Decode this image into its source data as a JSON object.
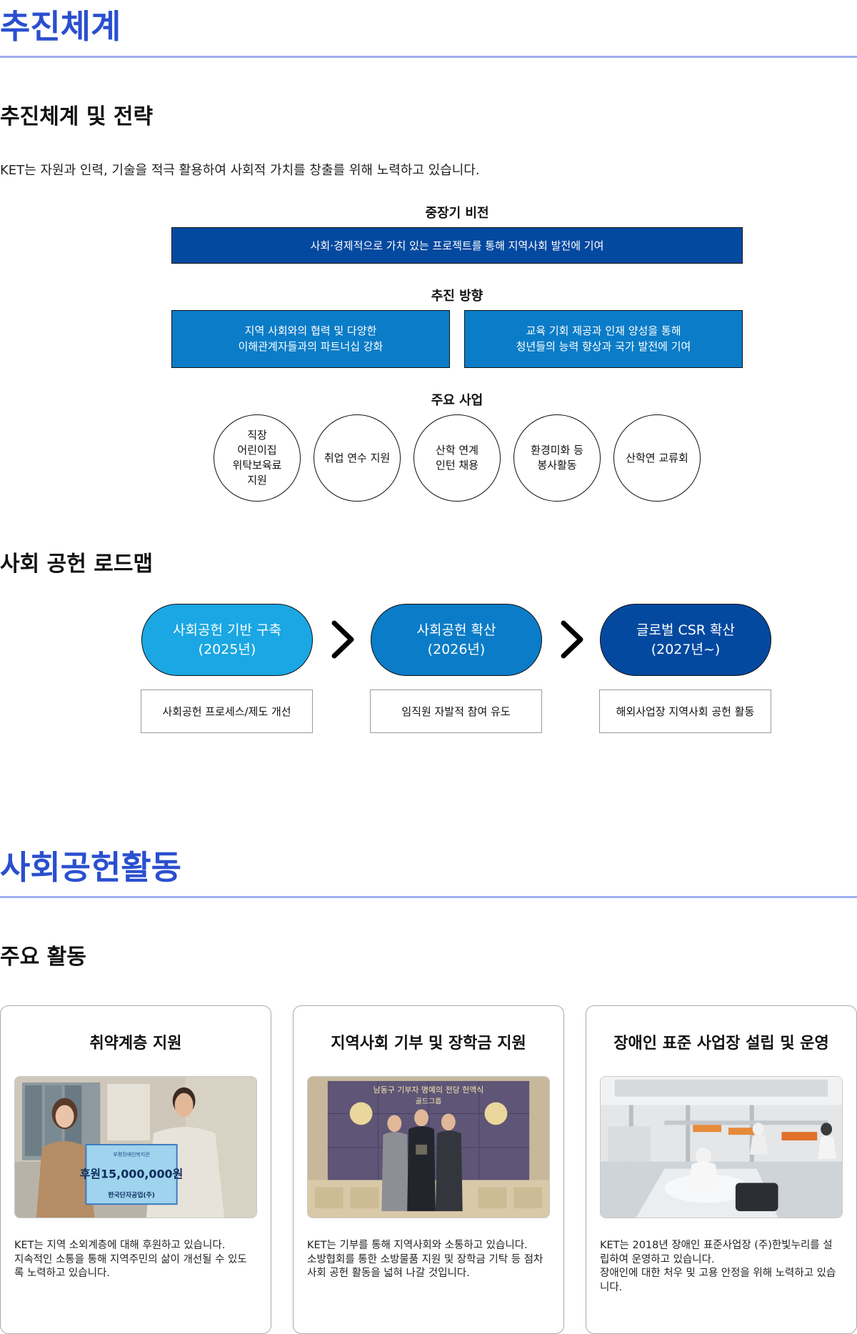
{
  "governance": {
    "title": "추진체계",
    "subtitle": "추진체계 및 전략",
    "intro": "KET는 자원과 인력, 기술을 적극 활용하여 사회적 가치를 창출를 위해 노력하고 있습니다.",
    "vision": {
      "label": "중장기 비전",
      "text": "사회·경제적으로 가치 있는 프로젝트를 통해 지역사회 발전에 기여"
    },
    "direction": {
      "label": "추진 방향",
      "items": [
        "지역 사회와의 협력 및 다양한\n이해관계자들과의 파트너십 강화",
        "교육 기회 제공과 인재 양성을 통해\n청년들의 능력 향상과 국가 발전에 기여"
      ]
    },
    "business": {
      "label": "주요 사업",
      "items": [
        "직장\n어린이집\n위탁보육료\n지원",
        "취업 연수 지원",
        "산학 연계\n인턴 채용",
        "환경미화 등\n봉사활동",
        "산학연 교류회"
      ]
    }
  },
  "roadmap": {
    "title": "사회 공헌 로드맵",
    "stages": [
      {
        "label": "사회공헌 기반 구축\n(2025년)",
        "note": "사회공헌 프로세스/제도 개선",
        "color": "#1aa7e3"
      },
      {
        "label": "사회공헌 확산\n(2026년)",
        "note": "임직원 자발적 참여 유도",
        "color": "#0b7cc7"
      },
      {
        "label": "글로벌 CSR 확산\n(2027년~)",
        "note": "해외사업장 지역사회 공헌 활동",
        "color": "#0449a0"
      }
    ]
  },
  "activities": {
    "title": "사회공헌활동",
    "subtitle": "주요 활동",
    "cards": [
      {
        "title": "취약계층 지원",
        "text": "KET는 지역 소외계층에 대해 후원하고 있습니다.\n지속적인 소통을 통해 지역주민의 삶이 개선될 수 있도\n록 노력하고 있습니다.",
        "photo": {
          "board_top": "부평장애인복지관",
          "board_amount": "후원15,000,000원",
          "board_bottom": "한국단자공업(주)"
        }
      },
      {
        "title": "지역사회 기부 및 장학금 지원",
        "text": "KET는 기부를 통해 지역사회와 소통하고 있습니다.\n소방협회를 통한 소방물품 지원 및 장학금 기탁 등 점차\n사회 공헌 활동을 넓혀 나갈 것입니다.",
        "photo": {
          "screen_line1": "남동구 기부자 명예의 전당 헌액식",
          "screen_line2": "골드그룹"
        }
      },
      {
        "title": "장애인 표준 사업장 설립 및 운영",
        "text": "KET는 2018년 장애인 표준사업장 (주)한빛누리를 설\n립하여 운영하고 있습니다.\n장애인에 대한 처우 및 고용 안정을 위해 노력하고 있습\n니다."
      }
    ]
  },
  "colors": {
    "accent": "#2a4fcf",
    "rule": "#9eaef0",
    "vision": "#0449a0",
    "direction": "#0b7cc7"
  }
}
